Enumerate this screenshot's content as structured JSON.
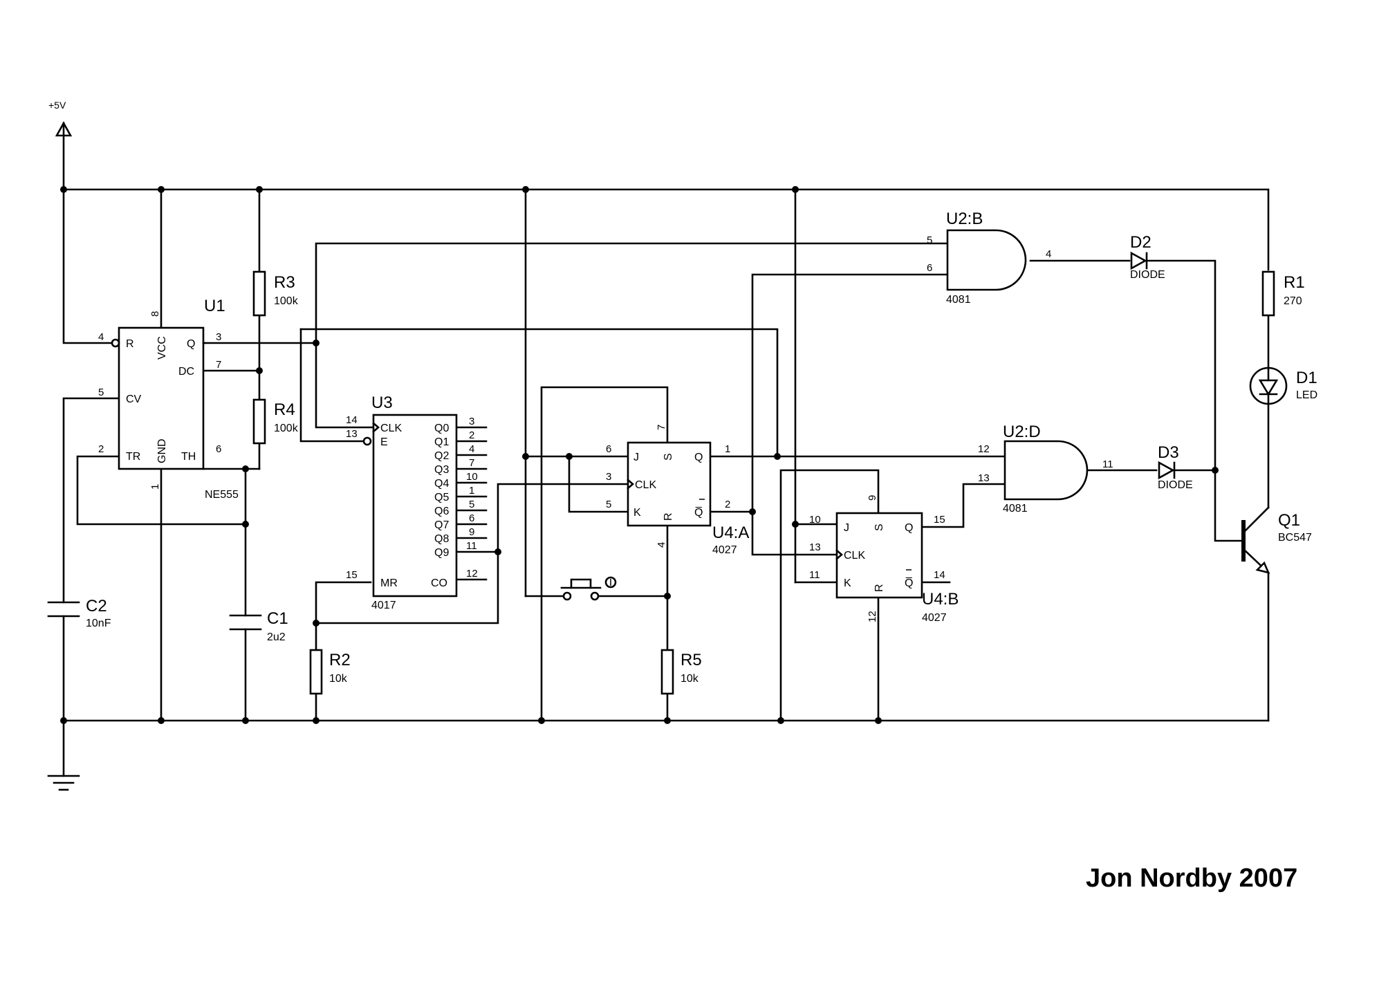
{
  "power": {
    "supply": "+5V"
  },
  "components": {
    "U1": {
      "ref": "U1",
      "value": "NE555",
      "pins": {
        "R": "R",
        "VCC": "VCC",
        "Q": "Q",
        "DC": "DC",
        "CV": "CV",
        "TR": "TR",
        "GND": "GND",
        "TH": "TH"
      },
      "pin_numbers": {
        "R": "4",
        "VCC": "8",
        "Q": "3",
        "DC": "7",
        "CV": "5",
        "TR": "2",
        "GND": "1",
        "TH": "6"
      }
    },
    "U3": {
      "ref": "U3",
      "value": "4017",
      "pins": {
        "CLK": "CLK",
        "E": "E",
        "Q0": "Q0",
        "Q1": "Q1",
        "Q2": "Q2",
        "Q3": "Q3",
        "Q4": "Q4",
        "Q5": "Q5",
        "Q6": "Q6",
        "Q7": "Q7",
        "Q8": "Q8",
        "Q9": "Q9",
        "MR": "MR",
        "CO": "CO"
      },
      "pin_numbers": {
        "CLK": "14",
        "E": "13",
        "Q0": "3",
        "Q1": "2",
        "Q2": "4",
        "Q3": "7",
        "Q4": "10",
        "Q5": "1",
        "Q6": "5",
        "Q7": "6",
        "Q8": "9",
        "Q9": "11",
        "MR": "15",
        "CO": "12"
      }
    },
    "U4A": {
      "ref": "U4:A",
      "value": "4027",
      "pins": {
        "J": "J",
        "CLK": "CLK",
        "K": "K",
        "S": "S",
        "R": "R",
        "Q": "Q",
        "QN": "Q̅"
      },
      "pin_numbers": {
        "J": "6",
        "CLK": "3",
        "K": "5",
        "S": "7",
        "R": "4",
        "Q": "1",
        "QN": "2"
      }
    },
    "U4B": {
      "ref": "U4:B",
      "value": "4027",
      "pins": {
        "J": "J",
        "CLK": "CLK",
        "K": "K",
        "S": "S",
        "R": "R",
        "Q": "Q",
        "QN": "Q̅"
      },
      "pin_numbers": {
        "J": "10",
        "CLK": "13",
        "K": "11",
        "S": "9",
        "R": "12",
        "Q": "15",
        "QN": "14"
      }
    },
    "U2B": {
      "ref": "U2:B",
      "value": "4081",
      "pin_numbers": {
        "in1": "5",
        "in2": "6",
        "out": "4"
      }
    },
    "U2D": {
      "ref": "U2:D",
      "value": "4081",
      "pin_numbers": {
        "in1": "12",
        "in2": "13",
        "out": "11"
      }
    },
    "R1": {
      "ref": "R1",
      "value": "270"
    },
    "R2": {
      "ref": "R2",
      "value": "10k"
    },
    "R3": {
      "ref": "R3",
      "value": "100k"
    },
    "R4": {
      "ref": "R4",
      "value": "100k"
    },
    "R5": {
      "ref": "R5",
      "value": "10k"
    },
    "C1": {
      "ref": "C1",
      "value": "2u2"
    },
    "C2": {
      "ref": "C2",
      "value": "10nF"
    },
    "D1": {
      "ref": "D1",
      "value": "LED"
    },
    "D2": {
      "ref": "D2",
      "value": "DIODE"
    },
    "D3": {
      "ref": "D3",
      "value": "DIODE"
    },
    "Q1": {
      "ref": "Q1",
      "value": "BC547"
    }
  },
  "author": "Jon Nordby 2007"
}
